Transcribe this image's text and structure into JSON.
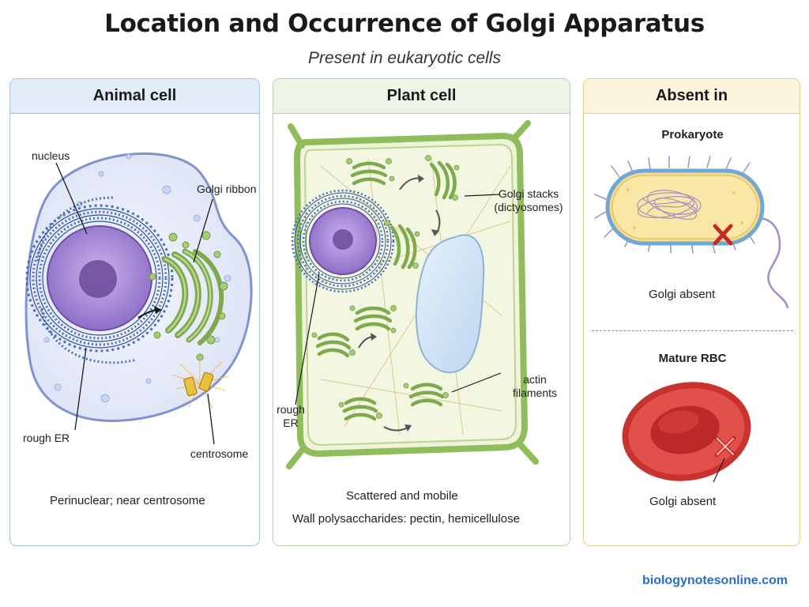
{
  "title": "Location and Occurrence of Golgi Apparatus",
  "subtitle": "Present in eukaryotic cells",
  "animal_panel": {
    "heading": "Animal cell",
    "labels": {
      "nucleus": "nucleus",
      "golgi_ribbon": "Golgi ribbon",
      "rough_er": "rough ER",
      "centrosome": "centrosome"
    },
    "caption": "Perinuclear; near centrosome"
  },
  "plant_panel": {
    "heading": "Plant cell",
    "labels": {
      "golgi_stacks_line1": "Golgi stacks",
      "golgi_stacks_line2": "(dictyosomes)",
      "actin_line1": "actin",
      "actin_line2": "filaments",
      "rough_er_line1": "rough",
      "rough_er_line2": "ER"
    },
    "caption_1": "Scattered and mobile",
    "caption_2": "Wall polysaccharides: pectin, hemicellulose"
  },
  "absent_panel": {
    "heading": "Absent in",
    "prokaryote": {
      "title": "Prokaryote",
      "status": "Golgi absent"
    },
    "rbc": {
      "title": "Mature RBC",
      "status": "Golgi absent"
    }
  },
  "footer": "biologynotesonline.com",
  "colors": {
    "nucleus": "#9b7fcf",
    "golgi": "#8ab85a",
    "er": "#4a6fb8",
    "cell_wall": "#9cc46a",
    "vacuole": "#cfe3f4",
    "rbc": "#d93a36",
    "cross": "#c62828",
    "accent_link": "#2a6cc9"
  }
}
